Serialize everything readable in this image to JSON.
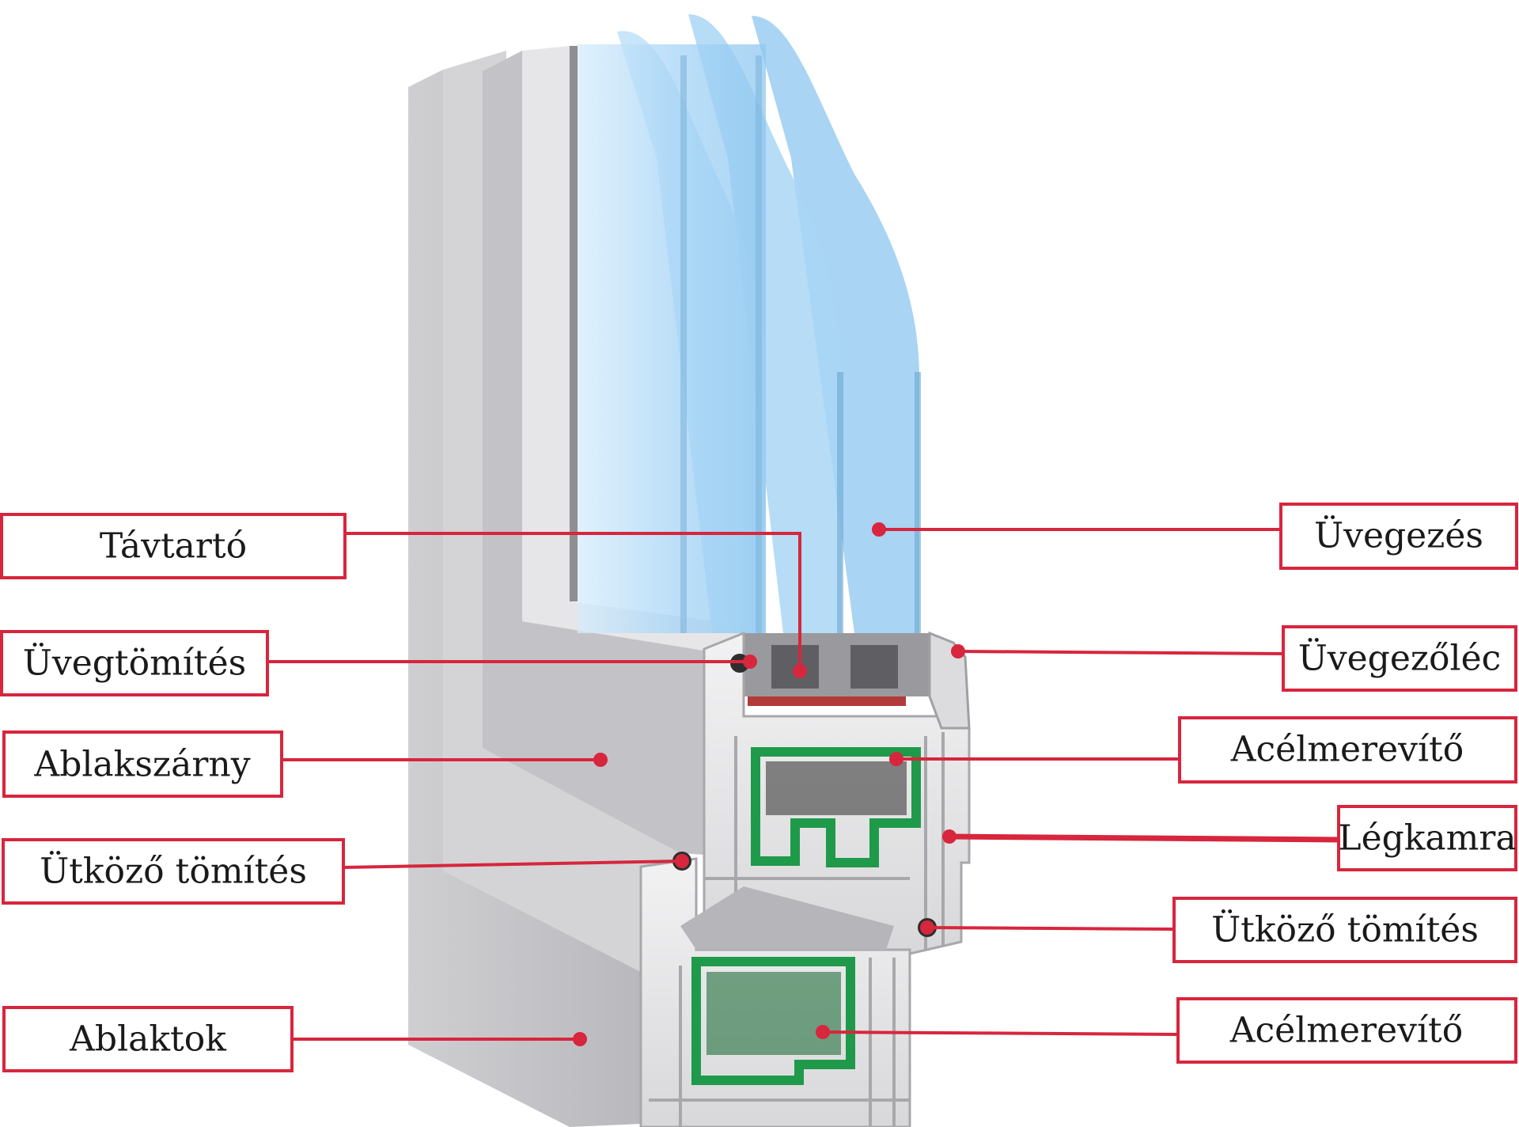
{
  "colors": {
    "accent": "#d7263d",
    "frame_light": "#e3e3e5",
    "frame_mid": "#c8c8cb",
    "frame_dark": "#9c9ca0",
    "glass": "#a9d6f5",
    "glass_edge": "#7fb6dc",
    "steel": "#1f9a4a",
    "steel_dark": "#14592c",
    "gasket": "#3a3a3a"
  },
  "labels": {
    "tavtarto": "Távtartó",
    "uvegtomites": "Üvegtömítés",
    "ablakszarny": "Ablakszárny",
    "utkozo_left": "Ütköző tömítés",
    "ablaktok": "Ablaktok",
    "uvegezes": "Üvegezés",
    "uvegezolec": "Üvegezőléc",
    "acel_top": "Acélmerevítő",
    "legkamra": "Légkamra",
    "utkozo_right": "Ütköző tömítés",
    "acel_bottom": "Acélmerevítő"
  }
}
